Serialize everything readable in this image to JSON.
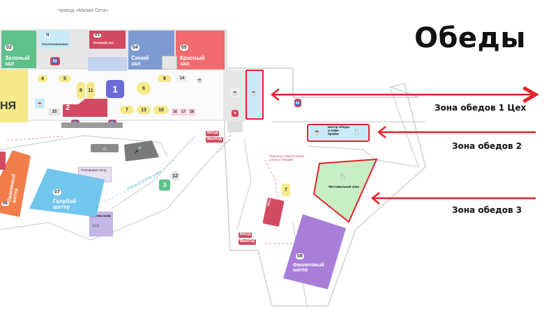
{
  "header": {
    "title": "Обеды"
  },
  "map": {
    "road_top": "проезд «Малая Охта»",
    "halls": {
      "green": {
        "num": "02",
        "name": "Зеленый зал"
      },
      "blue": {
        "num": "04",
        "name": "Синий зал"
      },
      "red": {
        "num": "05",
        "name": "Красный зал"
      },
      "pink_small": {
        "num": "03",
        "name": "Розовый зал"
      },
      "n_room": {
        "num": "N",
        "name": "Уголтехнических"
      },
      "yellow_partial": {
        "name": "НЯ"
      }
    },
    "numbers": {
      "n4": "4",
      "n5": "5",
      "n8": "8",
      "n11": "11",
      "n1": "1",
      "n6": "6",
      "n9": "9",
      "n14": "14",
      "n7": "7",
      "n13": "13",
      "n10": "10",
      "n16": "16",
      "n17": "17",
      "n18": "18",
      "n15": "15",
      "n2": "2",
      "n12": "12",
      "n3": "3",
      "n7b": "7"
    },
    "tents": {
      "orange": {
        "name": "Оранжевый шатер"
      },
      "orange_num": "06",
      "light_blue": {
        "num": "07",
        "name": "Голубой шатер"
      },
      "violet": {
        "num": "08",
        "name": "Фиолетовый шатер"
      },
      "lawn_label": "Лаунж-зона",
      "lawn_nums": "1 (1)",
      "festival": "Фестивальная зона",
      "photo_zone": "Фото-зона",
      "tent_dining": "Шатер Обеды и кофе-брейки",
      "platform": "Платформа Ленд",
      "path_right": "Переход к Фиолетовому шатру и Обедам",
      "path_left": "Проход к Голубому шатру"
    },
    "entries": {
      "e1": "ВХОД",
      "e2": "ВЫХОД",
      "e3": "ВХОД",
      "e4": "ВЫХОД"
    }
  },
  "zones": [
    {
      "label": "Зона обедов 1 Цех"
    },
    {
      "label": "Зона обедов 2"
    },
    {
      "label": "Зона обедов 3"
    }
  ],
  "colors": {
    "highlight_red": "#e8202a",
    "green_hall": "#5ec08a",
    "blue_hall": "#7d9bd0",
    "red_hall": "#f26b6e",
    "pink": "#d24a61",
    "yellow": "#f6e98a",
    "light_blue": "#72c6ec",
    "orange": "#f07e4a",
    "violet": "#a97ed9",
    "festival_green": "#c8eec5",
    "map_grey": "#cfcfcf"
  },
  "icons": [
    "toilet-icon",
    "coffee-icon",
    "dining-icon",
    "microphone-icon",
    "home-icon",
    "arrow-icon"
  ]
}
